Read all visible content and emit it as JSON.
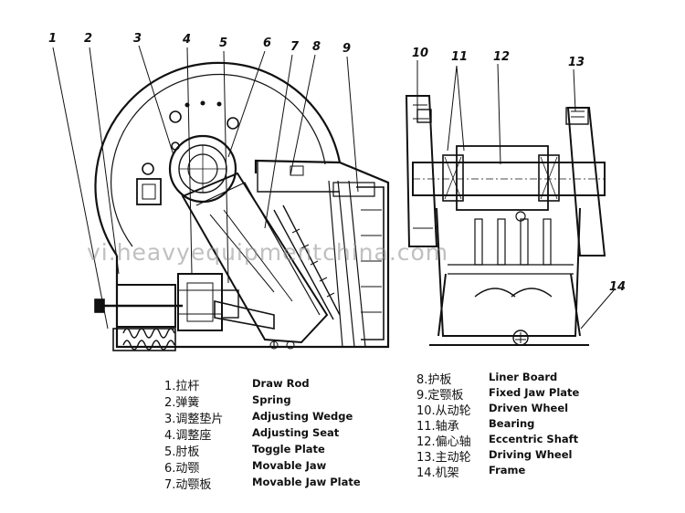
{
  "callouts": [
    "1",
    "2",
    "3",
    "4",
    "5",
    "6",
    "7",
    "8",
    "9",
    "10",
    "11",
    "12",
    "13",
    "14"
  ],
  "legend": {
    "left": [
      {
        "cn": "1.拉杆",
        "en": "Draw Rod"
      },
      {
        "cn": "2.弹簧",
        "en": "Spring"
      },
      {
        "cn": "3.调整垫片",
        "en": "Adjusting Wedge"
      },
      {
        "cn": "4.调整座",
        "en": "Adjusting Seat"
      },
      {
        "cn": "5.肘板",
        "en": "Toggle Plate"
      },
      {
        "cn": "6.动颚",
        "en": "Movable Jaw"
      },
      {
        "cn": "7.动颚板",
        "en": "Movable Jaw Plate"
      }
    ],
    "right": [
      {
        "cn": "8.护板",
        "en": "Liner Board"
      },
      {
        "cn": "9.定颚板",
        "en": "Fixed Jaw Plate"
      },
      {
        "cn": "10.从动轮",
        "en": "Driven Wheel"
      },
      {
        "cn": "11.轴承",
        "en": "Bearing"
      },
      {
        "cn": "12.偏心轴",
        "en": "Eccentric Shaft"
      },
      {
        "cn": "13.主动轮",
        "en": "Driving Wheel"
      },
      {
        "cn": "14.机架",
        "en": "Frame"
      }
    ]
  },
  "watermark": "vi.heavyequipmentchina.com",
  "colors": {
    "ink": "#111111",
    "watermark": "#8c8c8c",
    "background": "#ffffff"
  }
}
